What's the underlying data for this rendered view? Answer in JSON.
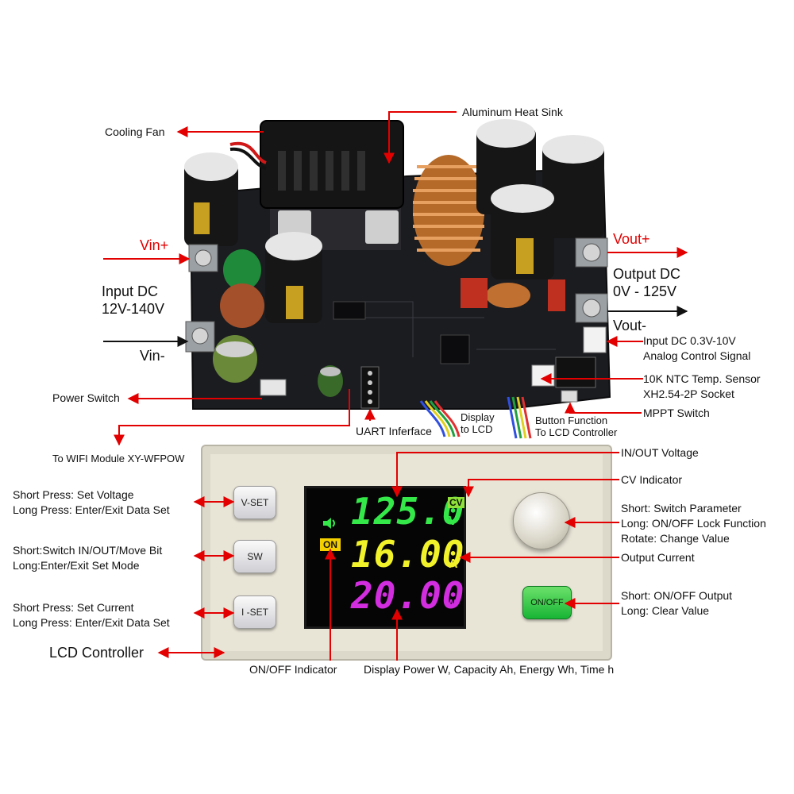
{
  "labels": {
    "aluminum_heat_sink": "Aluminum Heat Sink",
    "cooling_fan": "Cooling Fan",
    "vin_plus": "Vin+",
    "vin_minus": "Vin-",
    "input_dc_1": "Input DC",
    "input_dc_2": "12V-140V",
    "vout_plus": "Vout+",
    "vout_minus": "Vout-",
    "output_dc_1": "Output DC",
    "output_dc_2": "0V - 125V",
    "analog_1": "Input DC 0.3V-10V",
    "analog_2": "Analog Control Signal",
    "ntc_1": "10K NTC Temp. Sensor",
    "ntc_2": "XH2.54-2P Socket",
    "mppt": "MPPT Switch",
    "power_switch": "Power Switch",
    "uart": "UART Inferface",
    "display_lcd_1": "Display",
    "display_lcd_2": "to LCD",
    "button_function_1": "Button Function",
    "button_function_2": "To LCD Controller",
    "wifi": "To WIFI Module XY-WFPOW",
    "in_out_voltage": "IN/OUT Voltage",
    "cv_indicator": "CV Indicator",
    "vset_1": "Short Press: Set Voltage",
    "vset_2": "Long Press: Enter/Exit Data Set",
    "knob_1": "Short: Switch Parameter",
    "knob_2": "Long: ON/OFF Lock Function",
    "knob_3": "Rotate: Change Value",
    "sw_1": "Short:Switch IN/OUT/Move Bit",
    "sw_2": "Long:Enter/Exit Set Mode",
    "output_current": "Output Current",
    "iset_1": "Short Press: Set Current",
    "iset_2": "Long Press: Enter/Exit Data Set",
    "onoff_1": "Short: ON/OFF Output",
    "onoff_2": "Long: Clear Value",
    "lcd_controller": "LCD Controller",
    "onoff_indicator": "ON/OFF Indicator",
    "display_power": "Display Power W, Capacity Ah, Energy Wh, Time h"
  },
  "device": {
    "btn_vset": "V-SET",
    "btn_sw": "SW",
    "btn_iset": "I -SET",
    "btn_onoff": "ON/OFF",
    "voltage": "125.0",
    "voltage_unit": "V",
    "cv_badge": "CV",
    "current": "16.00",
    "current_unit": "A",
    "power": "20.00",
    "power_unit": "W",
    "on_badge": "ON"
  },
  "colors": {
    "arrow_red": "#e30000",
    "voltage": "#35e84a",
    "current": "#f2f22a",
    "power": "#d22ee0",
    "cv_badge": "#8fe03a",
    "on_badge": "#f5d000",
    "button_green": "#2cc94a"
  }
}
